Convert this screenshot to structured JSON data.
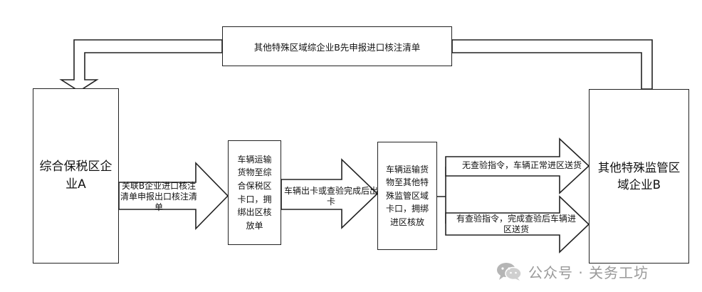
{
  "diagram": {
    "node_a": "综合保税区企业A",
    "node_b": "其他特殊监管区域企业B",
    "node_mid1": "车辆运输货物至综合保税区卡口，拥绑出区核放单",
    "node_mid2": "车辆运输货物至其他特殊监管区域卡口，拥绑进区核放",
    "top_flow": "其他特殊区域综企业B先申报进口核注清单",
    "edge_a_to_mid1": "关联B企业进口核注清单申报出口核注清单",
    "edge_mid1_to_mid2": "车辆出卡或查验完成后出卡",
    "edge_no_inspection": "无查验指令，车辆正常进区送货",
    "edge_with_inspection": "有查验指令，完成查验后车辆进区送货"
  },
  "watermark": {
    "icon": "wechat-icon",
    "text": "公众号 · 关务工坊"
  }
}
